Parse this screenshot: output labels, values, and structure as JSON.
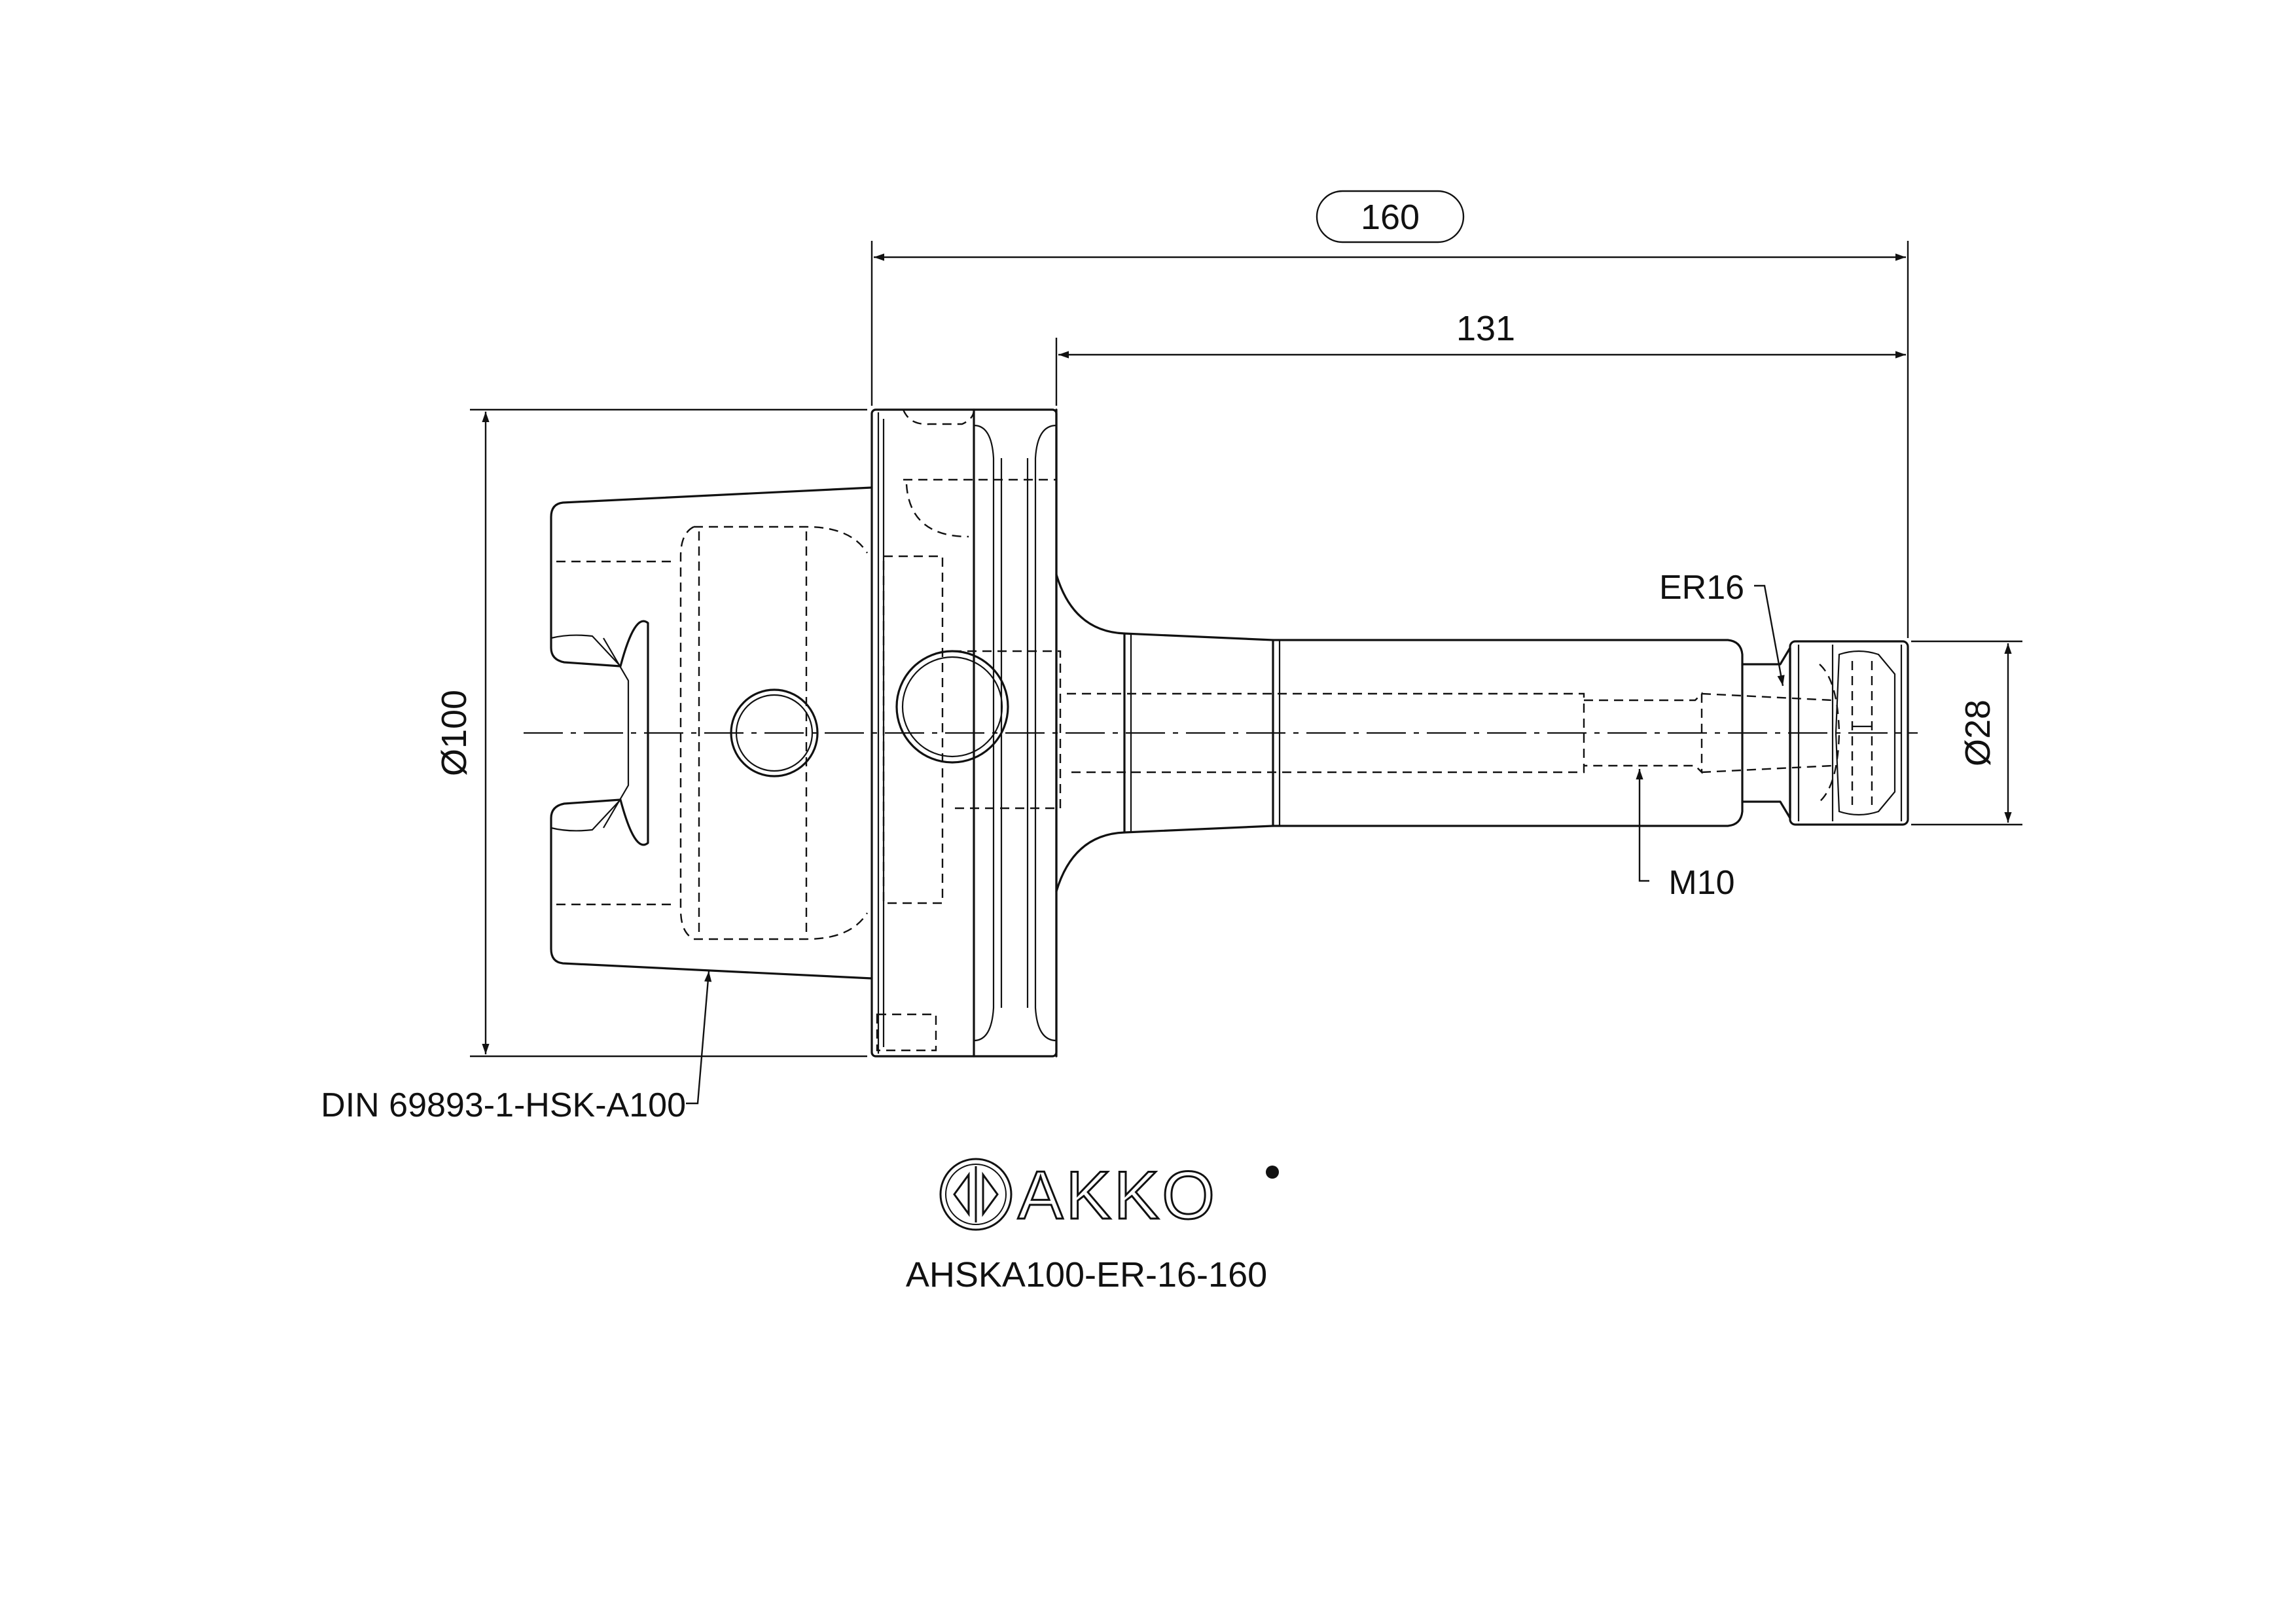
{
  "dimensions": {
    "overall_length": "160",
    "gauge_length": "131",
    "flange_diameter": "Ø100",
    "nut_diameter": "Ø28"
  },
  "callouts": {
    "collet": "ER16",
    "thread": "M10",
    "standard": "DIN 69893-1-HSK-A100"
  },
  "brand": {
    "logo_text": "AKKO",
    "logo_icon": "akko-emblem-icon"
  },
  "part_number": "AHSKA100-ER-16-160"
}
